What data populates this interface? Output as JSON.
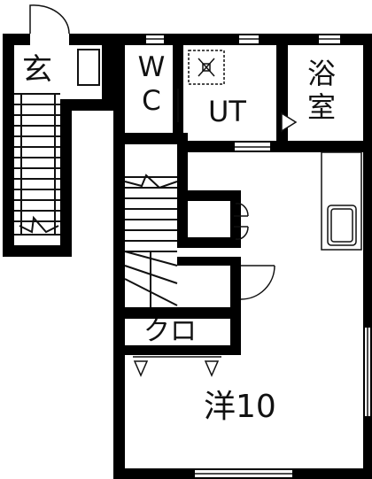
{
  "rooms": {
    "genkan": "玄",
    "wc": "W\nC",
    "utility": "UT",
    "bath": "浴\n室",
    "closet": "クロ",
    "western": "洋10"
  },
  "colors": {
    "wall": "#000000",
    "floor": "#ffffff",
    "line": "#111111"
  }
}
